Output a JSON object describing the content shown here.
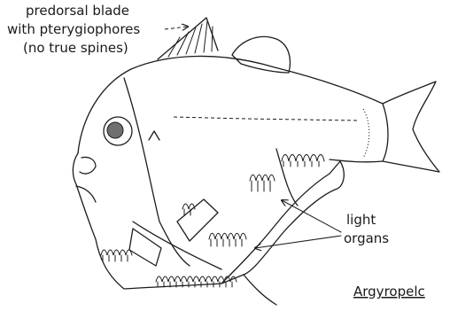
{
  "labels": {
    "predorsal_line1": "predorsal blade",
    "predorsal_line2": "with pterygiophores",
    "predorsal_line3": "(no true spines)",
    "light_line1": "light",
    "light_line2": "organs",
    "species": "Argyropelc"
  },
  "colors": {
    "ink": "#1c1c1c",
    "eye": "#6f6f6f",
    "background": "#ffffff"
  }
}
